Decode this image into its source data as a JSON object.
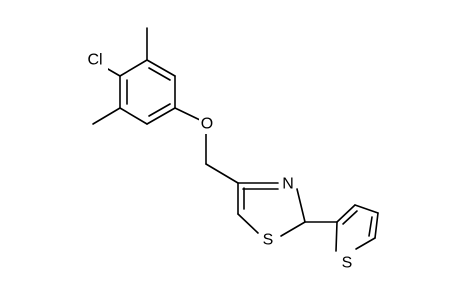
{
  "molecule": {
    "atoms": {
      "chlorine": "Cl",
      "ether_oxygen": "O",
      "thiazole_nitrogen": "N",
      "thiazole_sulfur": "S",
      "thiophene_sulfur": "S"
    }
  }
}
